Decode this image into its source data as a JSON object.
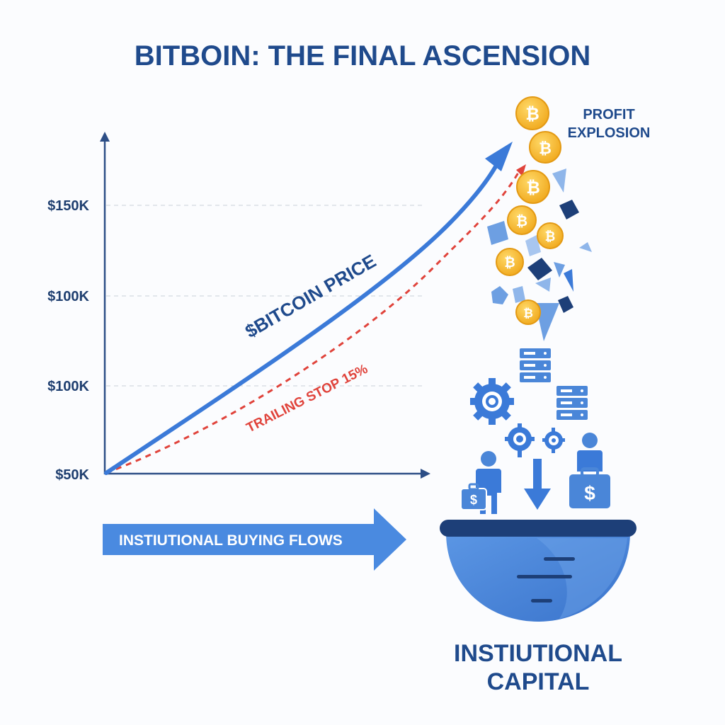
{
  "title": "BITBOIN: THE FINAL ASCENSION",
  "chart_data": {
    "type": "line",
    "y_tick_labels": [
      "$150K",
      "$100K",
      "$100K",
      "$50K"
    ],
    "grid": "dashed horizontal",
    "series": [
      {
        "name": "$BITCOIN PRICE",
        "style": "solid arrow"
      },
      {
        "name": "TRAILING STOP 15%",
        "style": "dashed arrow"
      }
    ]
  },
  "flow_arrow_label": "INSTIUTIONAL BUYING FLOWS",
  "explosion_label_line1": "PROFIT",
  "explosion_label_line2": "EXPLOSION",
  "bowl_label_line1": "INSTIUTIONAL",
  "bowl_label_line2": "CAPITAL",
  "coin_symbol": "₿",
  "moneybag_symbol": "$",
  "colors": {
    "title": "#1f4a8c",
    "axis": "#2c4e86",
    "price_line": "#3b7ad8",
    "trailing_stop": "#e0433b",
    "flow_arrow": "#4a8ae0",
    "coin": "#f5b82e",
    "bowl": "#4a86d8",
    "dark_navy": "#1d3f78"
  }
}
